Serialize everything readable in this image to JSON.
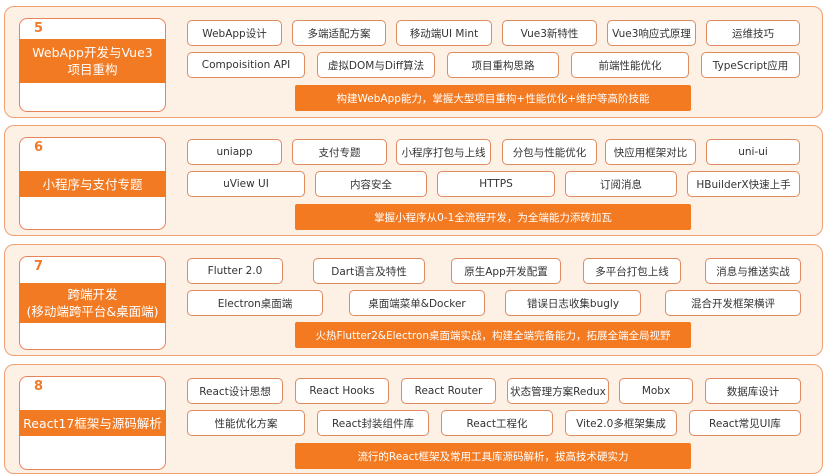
{
  "colors": {
    "accent": "#f27a22",
    "section_bg": "#fdf0e4",
    "border": "#e8825a"
  },
  "sections": [
    {
      "number": "5",
      "title": "WebApp开发与Vue3\n项目重构",
      "row1": [
        "WebApp设计",
        "多端适配方案",
        "移动端UI Mint",
        "Vue3新特性",
        "Vue3响应式原理",
        "运维技巧"
      ],
      "row2": [
        "Compoisition API",
        "虚拟DOM与Diff算法",
        "项目重构思路",
        "前端性能优化",
        "TypeScript应用"
      ],
      "summary": "构建WebApp能力，掌握大型项目重构+性能优化+维护等高阶技能"
    },
    {
      "number": "6",
      "title": "小程序与支付专题",
      "row1": [
        "uniapp",
        "支付专题",
        "小程序打包与上线",
        "分包与性能优化",
        "快应用框架对比",
        "uni-ui"
      ],
      "row2": [
        "uView UI",
        "内容安全",
        "HTTPS",
        "订阅消息",
        "HBuilderX快速上手"
      ],
      "summary": "掌握小程序从0-1全流程开发，为全端能力添砖加瓦"
    },
    {
      "number": "7",
      "title": "跨端开发\n(移动端跨平台&桌面端)",
      "row1": [
        "Flutter 2.0",
        "Dart语言及特性",
        "原生App开发配置",
        "多平台打包上线",
        "消息与推送实战"
      ],
      "row2": [
        "Electron桌面端",
        "桌面端菜单&Docker",
        "错误日志收集bugly",
        "混合开发框架横评"
      ],
      "summary": "火热Flutter2&Electron桌面端实战，构建全端完备能力，拓展全端全局视野"
    },
    {
      "number": "8",
      "title": "React17框架与源码解析",
      "row1": [
        "React设计思想",
        "React Hooks",
        "React Router",
        "状态管理方案Redux",
        "Mobx",
        "数据库设计"
      ],
      "row2": [
        "性能优化方案",
        "React封装组件库",
        "React工程化",
        "Vite2.0多框架集成",
        "React常见UI库"
      ],
      "summary": "流行的React框架及常用工具库源码解析，拔高技术硬实力"
    }
  ]
}
